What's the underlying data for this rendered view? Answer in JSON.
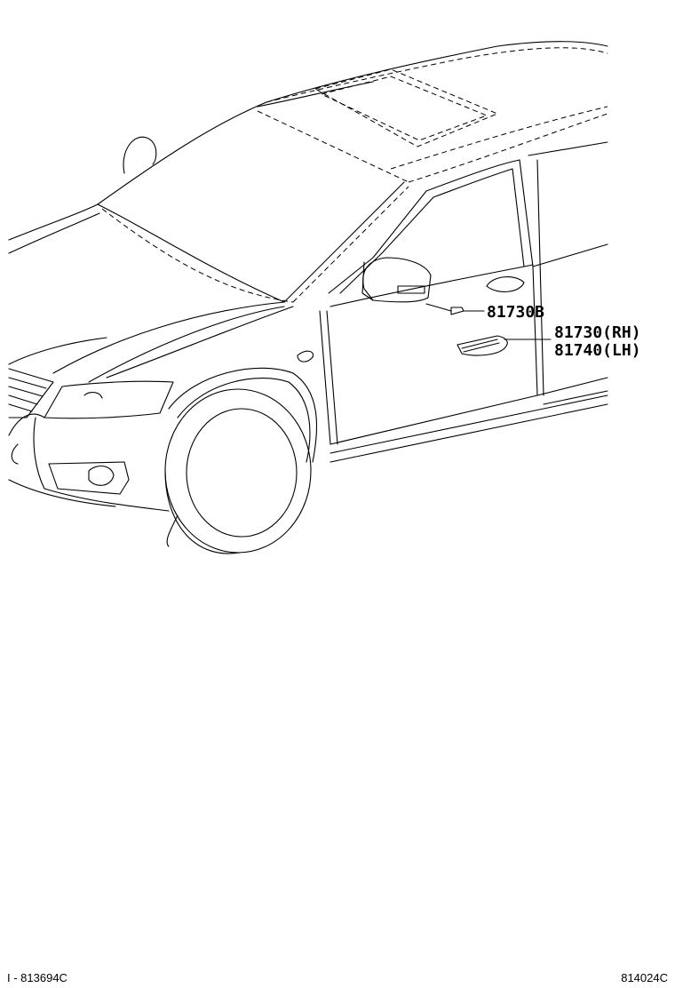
{
  "parts": [
    {
      "label": "81730B"
    },
    {
      "label": "81730(RH)"
    },
    {
      "label": "81740(LH)"
    }
  ],
  "footer": {
    "left_code": "I - 813694C",
    "right_code": "814024C"
  }
}
